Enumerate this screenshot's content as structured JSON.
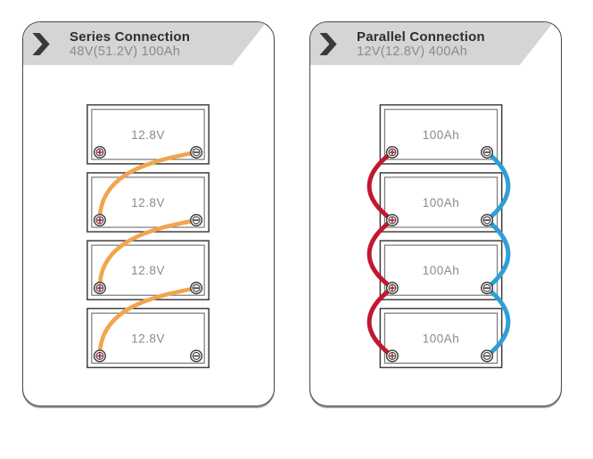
{
  "panels": [
    {
      "id": "series",
      "title": "Series Connection",
      "subtitle": "48V(51.2V) 100Ah",
      "batteries": [
        "12.8V",
        "12.8V",
        "12.8V",
        "12.8V"
      ]
    },
    {
      "id": "parallel",
      "title": "Parallel Connection",
      "subtitle": "12V(12.8V) 400Ah",
      "batteries": [
        "100Ah",
        "100Ah",
        "100Ah",
        "100Ah"
      ]
    }
  ],
  "colors": {
    "banner_background": "#D5D5D5",
    "panel_border": "#474747",
    "title_text": "#2E2E2E",
    "subtitle_text": "#8B8B8B",
    "battery_label_text": "#8A8A8A",
    "series_wire": "#F1A54E",
    "positive_wire": "#C2182F",
    "negative_wire": "#2F9FD6",
    "terminal_positive": "#C41A30",
    "terminal_negative": "#3A3A3A",
    "chevron": "#3A3A3A"
  },
  "icons": {
    "chevron": "chevron-right-icon",
    "positive_terminal": "plus-terminal-icon",
    "negative_terminal": "minus-terminal-icon"
  }
}
